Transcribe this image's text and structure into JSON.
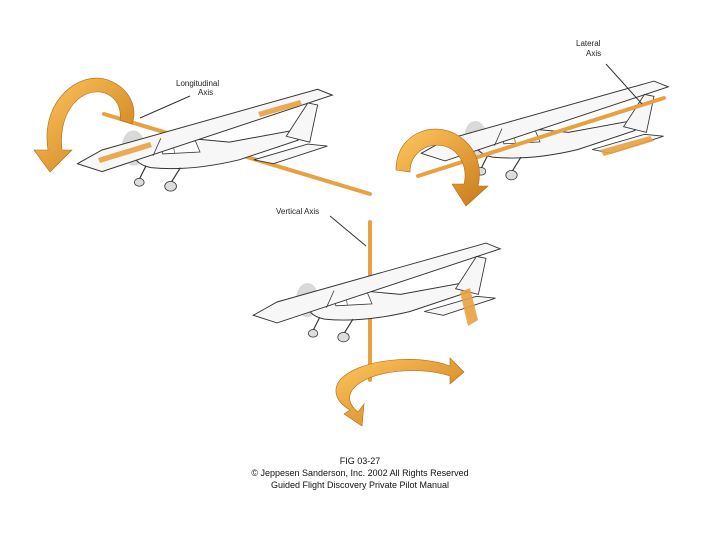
{
  "labels": {
    "longitudinal": [
      "Longitudinal",
      "Axis"
    ],
    "lateral": [
      "Lateral",
      "Axis"
    ],
    "vertical": "Vertical Axis"
  },
  "caption": {
    "fig": "FIG 03-27",
    "copyright": "© Jeppesen Sanderson, Inc. 2002 All Rights Reserved",
    "book": "Guided Flight Discovery Private Pilot Manual"
  },
  "colors": {
    "axis_orange": "#e8a040",
    "arrow_light": "#f8b84a",
    "arrow_dark": "#c97818",
    "plane_white": "#f7f7f7",
    "outline": "#333333",
    "prop_disc": "#cfcfcf"
  }
}
